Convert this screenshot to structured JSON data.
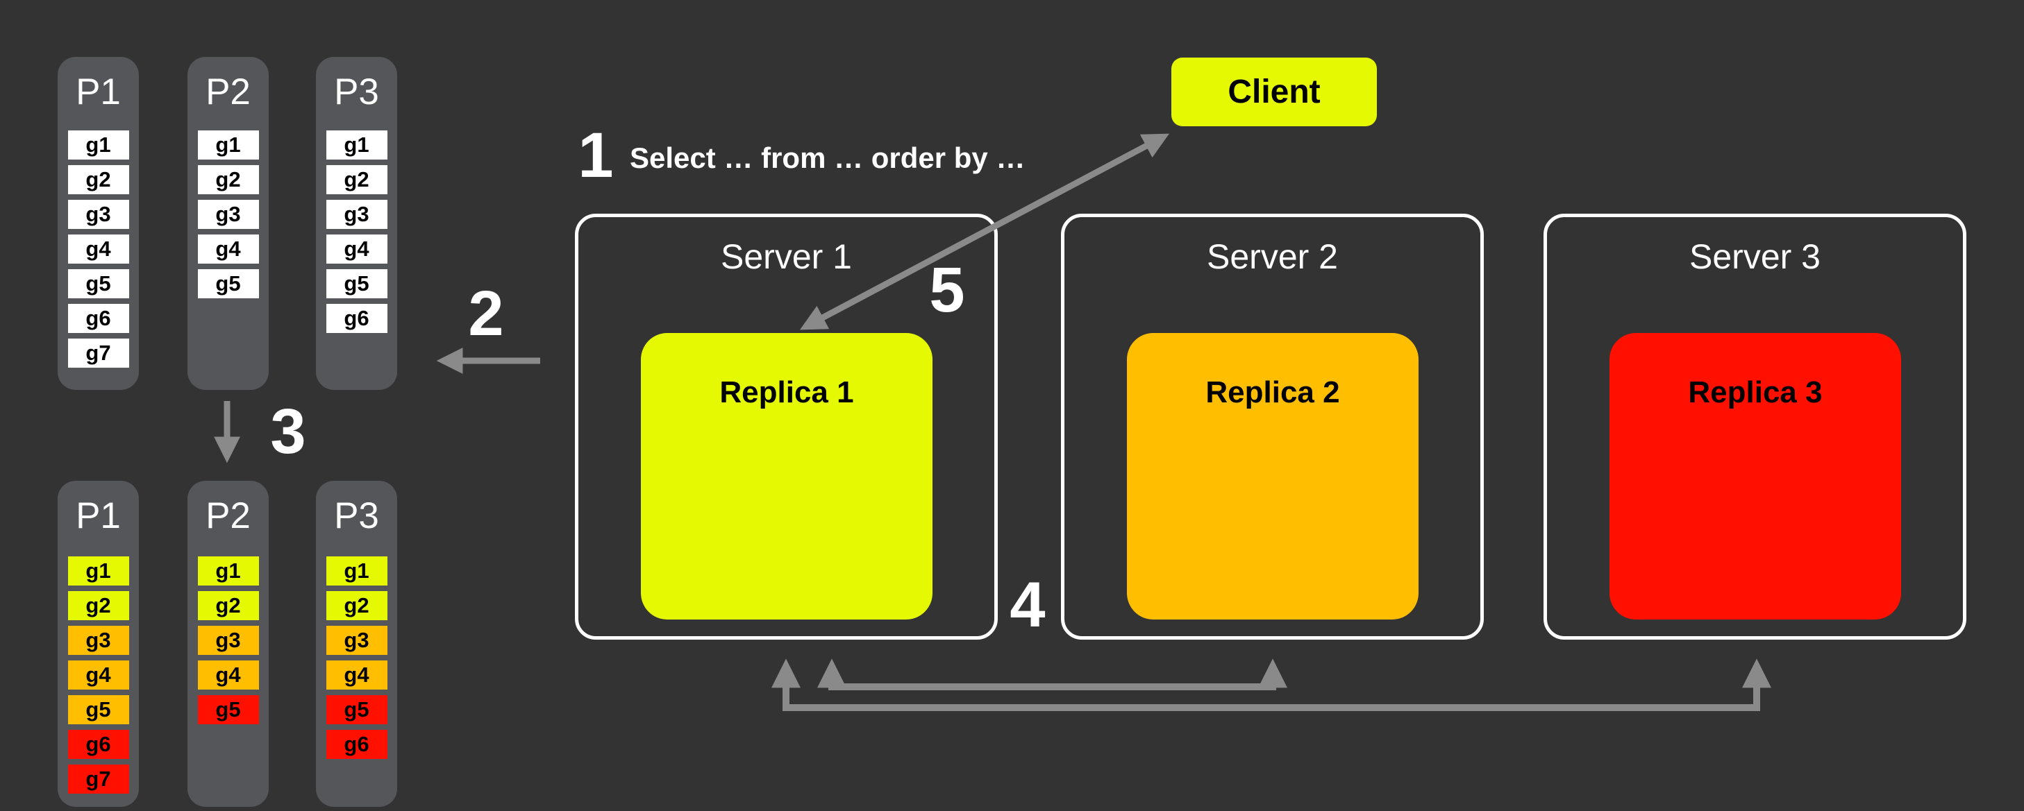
{
  "palette": {
    "background": "#333333",
    "column_gray": "#55565A",
    "arrow_gray": "#8A8A8A",
    "server_border": "#FFFFFF",
    "yellow": "#E5F902",
    "orange": "#FFBE00",
    "red": "#FF1000",
    "white": "#FFFFFF",
    "text_light": "#FFFFFF",
    "text_dark": "#000000"
  },
  "steps": {
    "s1": "1",
    "s2": "2",
    "s3": "3",
    "s4": "4",
    "s5": "5"
  },
  "query_text": "Select … from … order by …",
  "client": {
    "label": "Client"
  },
  "partitions_before": [
    {
      "name": "P1",
      "items": [
        {
          "label": "g1",
          "color": "white"
        },
        {
          "label": "g2",
          "color": "white"
        },
        {
          "label": "g3",
          "color": "white"
        },
        {
          "label": "g4",
          "color": "white"
        },
        {
          "label": "g5",
          "color": "white"
        },
        {
          "label": "g6",
          "color": "white"
        },
        {
          "label": "g7",
          "color": "white"
        }
      ]
    },
    {
      "name": "P2",
      "items": [
        {
          "label": "g1",
          "color": "white"
        },
        {
          "label": "g2",
          "color": "white"
        },
        {
          "label": "g3",
          "color": "white"
        },
        {
          "label": "g4",
          "color": "white"
        },
        {
          "label": "g5",
          "color": "white"
        }
      ]
    },
    {
      "name": "P3",
      "items": [
        {
          "label": "g1",
          "color": "white"
        },
        {
          "label": "g2",
          "color": "white"
        },
        {
          "label": "g3",
          "color": "white"
        },
        {
          "label": "g4",
          "color": "white"
        },
        {
          "label": "g5",
          "color": "white"
        },
        {
          "label": "g6",
          "color": "white"
        }
      ]
    }
  ],
  "partitions_after": [
    {
      "name": "P1",
      "items": [
        {
          "label": "g1",
          "color": "yellow"
        },
        {
          "label": "g2",
          "color": "yellow"
        },
        {
          "label": "g3",
          "color": "orange"
        },
        {
          "label": "g4",
          "color": "orange"
        },
        {
          "label": "g5",
          "color": "orange"
        },
        {
          "label": "g6",
          "color": "red"
        },
        {
          "label": "g7",
          "color": "red"
        }
      ]
    },
    {
      "name": "P2",
      "items": [
        {
          "label": "g1",
          "color": "yellow"
        },
        {
          "label": "g2",
          "color": "yellow"
        },
        {
          "label": "g3",
          "color": "orange"
        },
        {
          "label": "g4",
          "color": "orange"
        },
        {
          "label": "g5",
          "color": "red"
        }
      ]
    },
    {
      "name": "P3",
      "items": [
        {
          "label": "g1",
          "color": "yellow"
        },
        {
          "label": "g2",
          "color": "yellow"
        },
        {
          "label": "g3",
          "color": "orange"
        },
        {
          "label": "g4",
          "color": "orange"
        },
        {
          "label": "g5",
          "color": "red"
        },
        {
          "label": "g6",
          "color": "red"
        }
      ]
    }
  ],
  "servers": [
    {
      "name": "Server 1",
      "replica": {
        "label": "Replica 1",
        "color": "yellow"
      }
    },
    {
      "name": "Server 2",
      "replica": {
        "label": "Replica 2",
        "color": "orange"
      }
    },
    {
      "name": "Server 3",
      "replica": {
        "label": "Replica 3",
        "color": "red"
      }
    }
  ]
}
